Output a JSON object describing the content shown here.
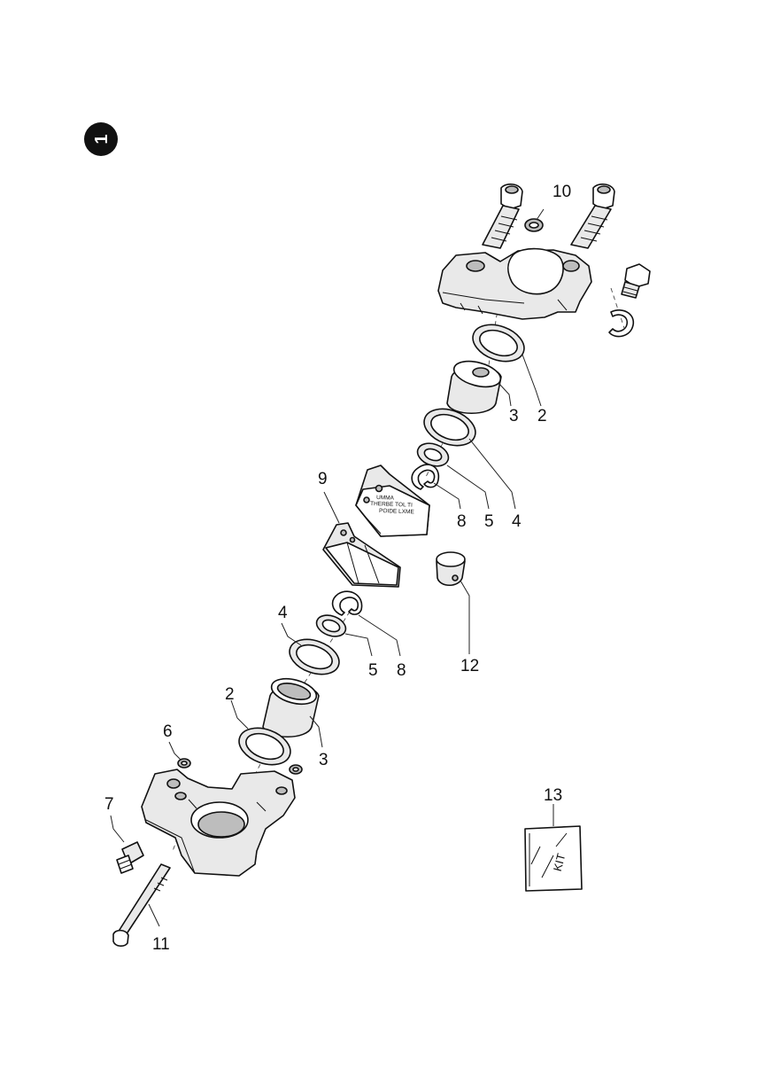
{
  "figure": {
    "badge": "1",
    "callouts": [
      "10",
      "3",
      "2",
      "9",
      "8",
      "5",
      "4",
      "12",
      "4",
      "5",
      "8",
      "2",
      "6",
      "3",
      "7",
      "11",
      "13"
    ],
    "pad_markings": {
      "line1": "UMMA",
      "line2": "THERBE TOL TI",
      "line3": "POIDE LXME"
    },
    "kit_label": "KIT"
  }
}
